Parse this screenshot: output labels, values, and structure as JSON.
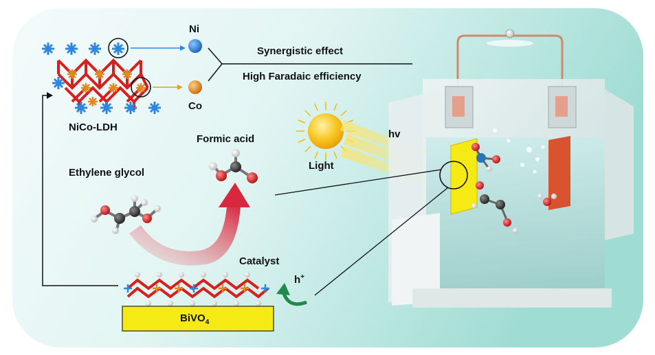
{
  "labels": {
    "ni": "Ni",
    "co": "Co",
    "synergistic": "Synergistic effect",
    "faradaic": "High Faradaic efficiency",
    "ldh": "NiCo-LDH",
    "formic_acid": "Formic acid",
    "ethylene_glycol": "Ethylene glycol",
    "light": "Light",
    "hv": "hv",
    "catalyst": "Catalyst",
    "h_plus_base": "h",
    "h_plus_sup": "+",
    "bivo4_base": "BiVO",
    "bivo4_sub": "4"
  },
  "colors": {
    "ni": "#2e86de",
    "co": "#e08a1e",
    "oxygen": "#d91e1e",
    "hydrogen": "#f2f2f2",
    "carbon": "#333333",
    "bivo4": "#f5ea14",
    "sun": "#f7c21a",
    "curve_arrow": "#d63a4a",
    "hole_arrow": "#1f8a4c"
  }
}
